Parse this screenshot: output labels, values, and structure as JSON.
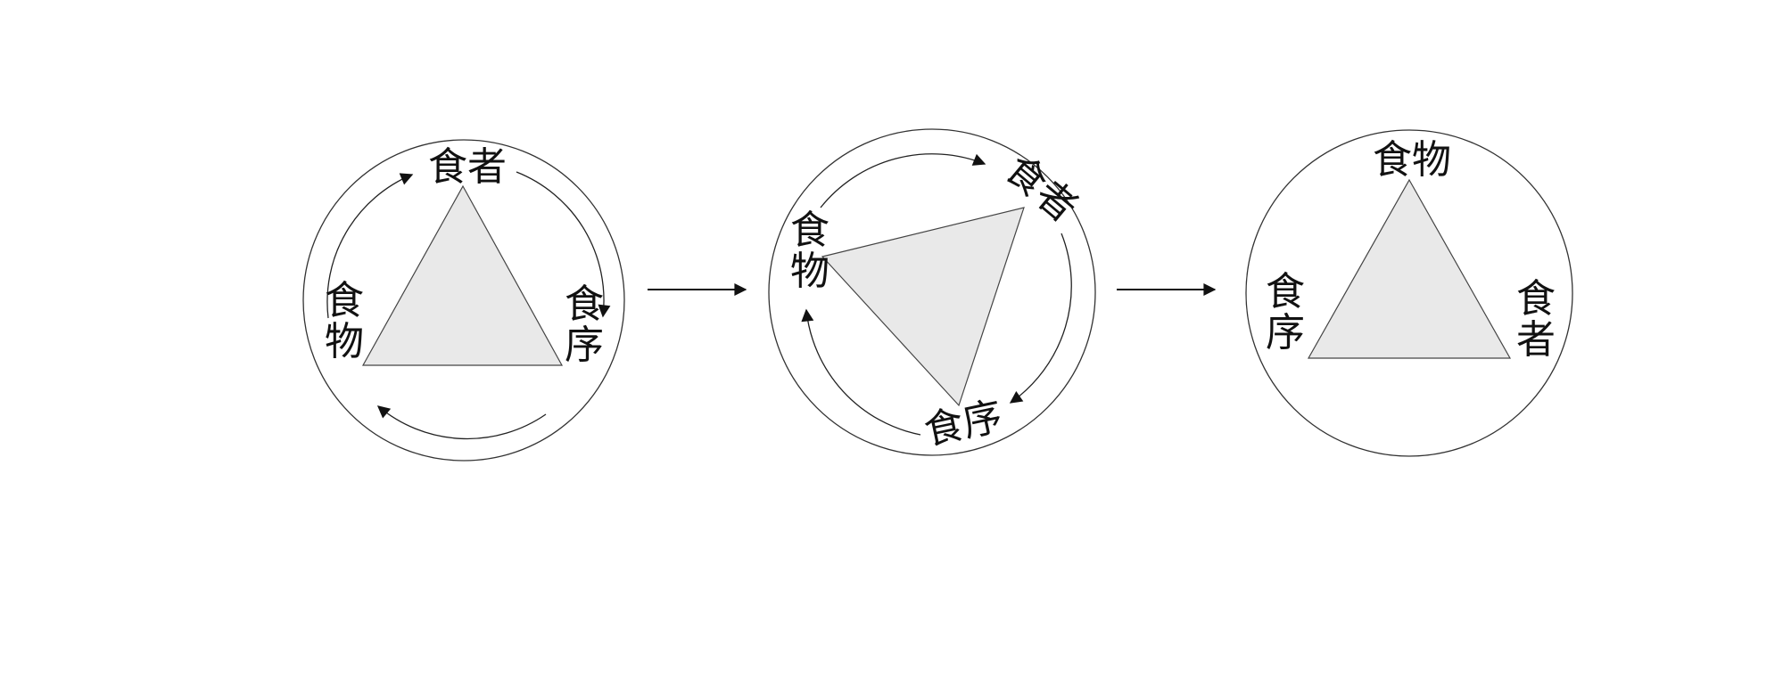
{
  "colors": {
    "background": "#ffffff",
    "stroke": "#333333",
    "triangle_fill": "#e9e9e9",
    "text": "#111111"
  },
  "labels": {
    "eater": "食者",
    "food": "食物",
    "order": "食序"
  },
  "diagram": {
    "stages": [
      {
        "id": "stage-1",
        "top": "食者",
        "left": "食物",
        "right": "食序",
        "rotation_arrows": true
      },
      {
        "id": "stage-2",
        "top": "食者",
        "left": "食物",
        "right": "食序",
        "rotation_arrows": true
      },
      {
        "id": "stage-3",
        "top": "食物",
        "left": "食序",
        "right": "食者",
        "rotation_arrows": false
      }
    ],
    "transitions": [
      {
        "from": "stage-1",
        "to": "stage-2"
      },
      {
        "from": "stage-2",
        "to": "stage-3"
      }
    ]
  }
}
